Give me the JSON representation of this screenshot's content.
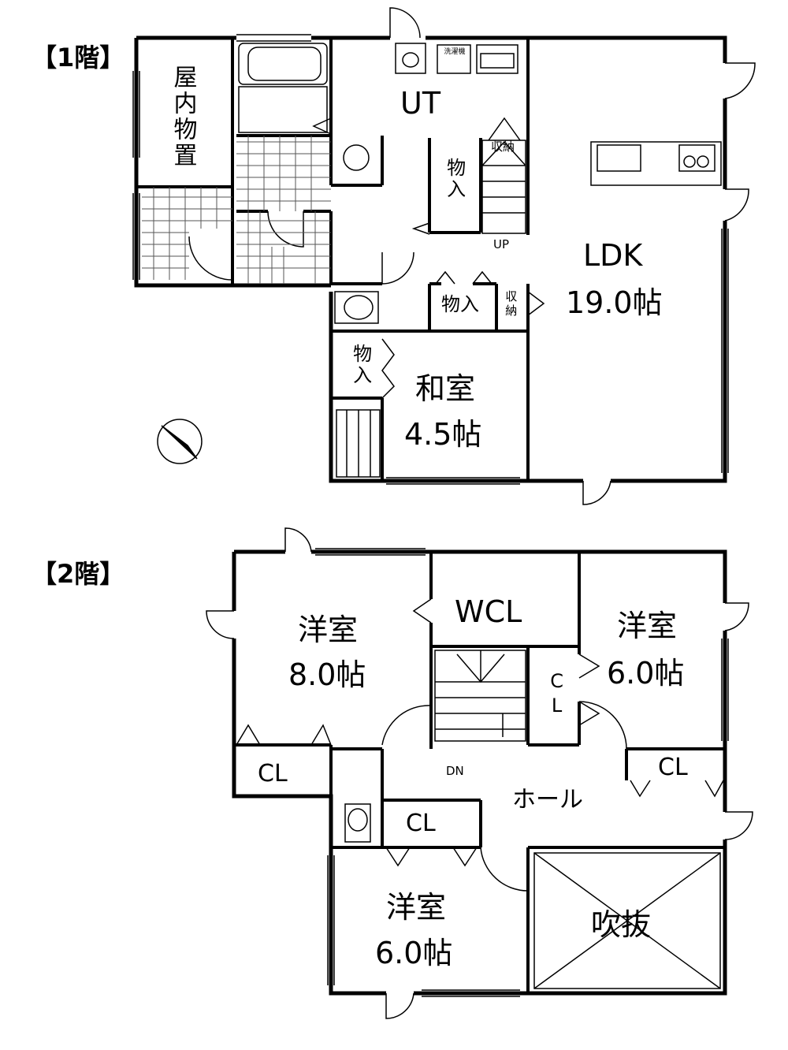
{
  "floor1": {
    "title": "【1階】",
    "rooms": {
      "storage_indoor": "屋内物置",
      "ut": "UT",
      "closet_a": "物入",
      "storage_a": "収納",
      "up": "UP",
      "ldk_name": "LDK",
      "ldk_size": "19.0帖",
      "closet_b": "物入",
      "storage_b": "収納",
      "closet_c": "物入",
      "washitsu_name": "和室",
      "washitsu_size": "4.5帖",
      "washer": "洗濯機"
    }
  },
  "floor2": {
    "title": "【2階】",
    "rooms": {
      "western1_name": "洋室",
      "western1_size": "8.0帖",
      "wcl": "WCL",
      "western2_name": "洋室",
      "western2_size": "6.0帖",
      "cl_vertical": "CL",
      "cl_left": "CL",
      "cl_right": "CL",
      "cl_center": "CL",
      "dn": "DN",
      "hall": "ホール",
      "western3_name": "洋室",
      "western3_size": "6.0帖",
      "void": "吹抜"
    }
  }
}
